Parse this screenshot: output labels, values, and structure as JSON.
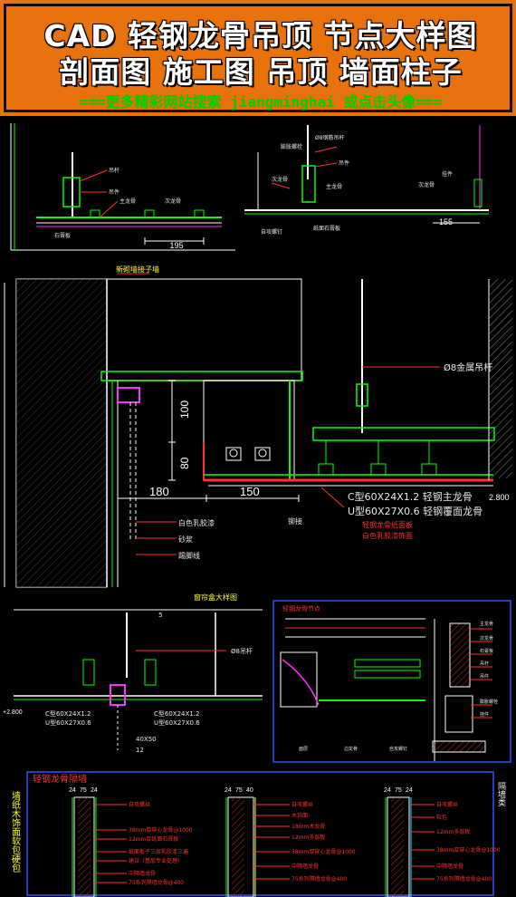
{
  "banner": {
    "line1": "CAD 轻钢龙骨吊顶 节点大样图",
    "line2": "剖面图 施工图 吊顶 墙面柱子",
    "line3": "===更多精彩网站搜索 jiangminghai 或点击头像==="
  },
  "detail_top_left": {
    "dim_bottom": "195",
    "labels": [
      "吊杆",
      "吊件",
      "主龙骨",
      "次龙骨",
      "石膏板"
    ]
  },
  "detail_top_right": {
    "rod_label": "Ø8钢筋吊杆",
    "dim_bottom": "155",
    "labels": [
      "膨胀螺栓",
      "吊件",
      "主龙骨",
      "次龙骨",
      "挂件",
      "纸面石膏板",
      "自攻螺钉",
      "次龙骨"
    ]
  },
  "main_section": {
    "title_label": "新砌墙接子墙",
    "rod_label": "Ø8金属吊杆",
    "dim_100": "100",
    "dim_80": "80",
    "dim_180": "180",
    "dim_150": "150",
    "level": "2.800",
    "spec1": "C型60X24X1.2 轻钢主龙骨",
    "spec2": "U型60X27X0.6 轻钢覆面龙骨",
    "note1": "轻钢龙骨纸面板",
    "note2": "白色乳胶漆饰面",
    "left_labels": [
      "白色乳胶漆",
      "砂浆",
      "踢脚线"
    ],
    "steel_label": "铆接"
  },
  "bottom_left": {
    "title": "窗帘盒大样图",
    "rod_label": "Ø8吊杆",
    "dim_5": "5",
    "spec1": "C型60X24X1.2",
    "spec2": "U型60X27X0.6",
    "spec3": "C型60X24X1.2",
    "spec4": "U型60X27X0.6",
    "dim_40x50": "40X50",
    "dim_12": "12",
    "level": "+2.800"
  },
  "bottom_right": {
    "title": "轻钢龙骨节点",
    "labels": [
      "主龙骨",
      "次龙骨",
      "石膏板",
      "吊杆",
      "吊件",
      "膨胀螺栓",
      "挂件",
      "边龙骨",
      "自攻螺钉",
      "面层"
    ]
  },
  "partition": {
    "title": "轻钢龙骨隔墙",
    "side_title": "隔墙类",
    "vertical_label": "墙纸木饰面软包硬包",
    "dims_a": [
      "24",
      "75",
      "24"
    ],
    "dims_b": [
      "24",
      "75",
      "40"
    ],
    "dims_c": [
      "24",
      "75",
      "24"
    ],
    "labels_a": [
      "自攻螺丝",
      "38mm厚穿心龙骨@1000",
      "12mm厚纸面石膏板",
      "纸面板子三层乳胶漆三遍",
      "建议（基层专业处理）",
      "中隔墙龙骨",
      "75系列隔墙龙骨@400"
    ],
    "labels_b": [
      "自攻螺丝",
      "木饰面",
      "18mm木龙骨",
      "12mm多层板",
      "38mm厚穿心龙骨@1000",
      "中隔墙龙骨",
      "75系列隔墙龙骨@400"
    ],
    "labels_c": [
      "自攻螺丝",
      "软包",
      "12mm多层板",
      "38mm厚穿心龙骨@1000",
      "中隔墙龙骨",
      "75系列隔墙龙骨@400"
    ]
  },
  "colors": {
    "banner_bg": "#e8720c",
    "banner_text": "#ffffff",
    "banner_link": "#00d000",
    "canvas_bg": "#000000",
    "line_white": "#ffffff",
    "line_green": "#00ff00",
    "line_red": "#ff3030",
    "line_magenta": "#ff30ff",
    "line_yellow": "#ffff30",
    "line_cyan": "#30e0ff",
    "line_blue": "#3050ff"
  }
}
